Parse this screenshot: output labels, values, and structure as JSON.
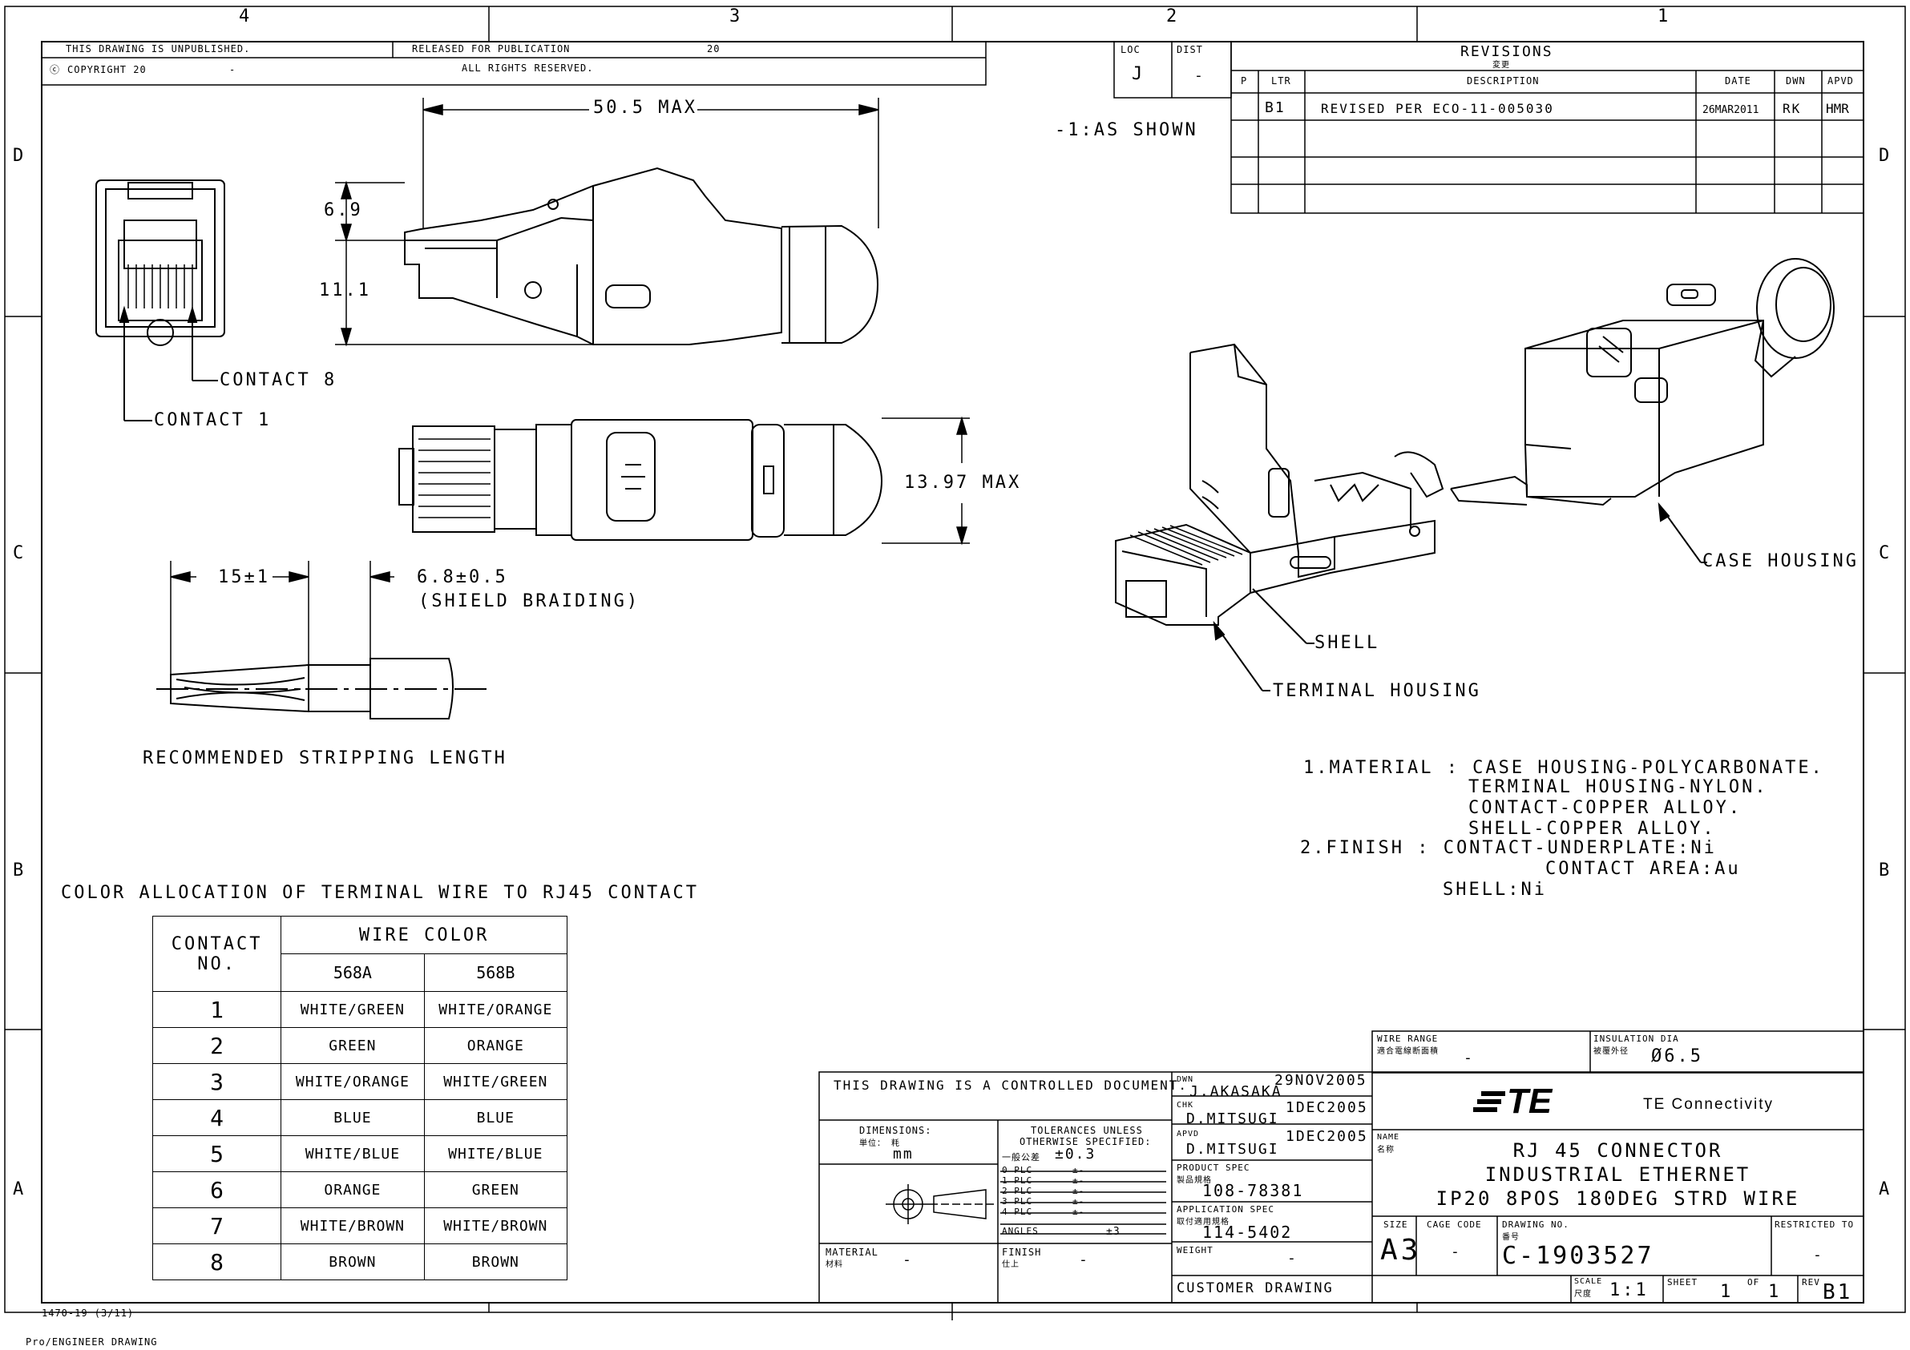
{
  "zones": {
    "top": [
      "4",
      "3",
      "2",
      "1"
    ],
    "side": [
      "D",
      "C",
      "B",
      "A"
    ]
  },
  "header": {
    "unpublished": "THIS DRAWING IS UNPUBLISHED.",
    "released": "RELEASED FOR PUBLICATION",
    "released_year": "20",
    "copyright": "COPYRIGHT 20",
    "copyright_dash": "-",
    "rights": "ALL RIGHTS RESERVED.",
    "loc_label": "LOC",
    "loc_value": "J",
    "dist_label": "DIST",
    "dist_value": "-"
  },
  "revisions": {
    "title": "REVISIONS",
    "title_cn": "変更",
    "cols": [
      "P",
      "LTR",
      "DESCRIPTION",
      "DATE",
      "DWN",
      "APVD"
    ],
    "rows": [
      {
        "p": "",
        "ltr": "B1",
        "desc": "REVISED PER ECO-11-005030",
        "date": "26MAR2011",
        "dwn": "RK",
        "apvd": "HMR"
      }
    ]
  },
  "variant_note": "-1:AS SHOWN",
  "dimensions": {
    "length": "50.5 MAX",
    "h1": "6.9",
    "h2": "11.1",
    "width": "13.97 MAX",
    "strip": "15±1",
    "shield": "6.8±0.5",
    "shield_note": "(SHIELD BRAIDING)",
    "strip_caption": "RECOMMENDED STRIPPING LENGTH"
  },
  "callouts": {
    "contact8": "CONTACT 8",
    "contact1": "CONTACT 1",
    "case_housing": "CASE HOUSING",
    "shell": "SHELL",
    "terminal_housing": "TERMINAL HOUSING"
  },
  "notes": [
    "1.MATERIAL : CASE HOUSING-POLYCARBONATE.",
    "TERMINAL HOUSING-NYLON.",
    "CONTACT-COPPER ALLOY.",
    "SHELL-COPPER ALLOY.",
    "2.FINISH : CONTACT-UNDERPLATE:Ni",
    "CONTACT AREA:Au",
    "SHELL:Ni"
  ],
  "color_table": {
    "title": "COLOR ALLOCATION OF TERMINAL WIRE TO RJ45 CONTACT",
    "head_contact": "CONTACT NO.",
    "head_color": "WIRE COLOR",
    "col_a": "568A",
    "col_b": "568B",
    "rows": [
      {
        "no": "1",
        "a": "WHITE/GREEN",
        "b": "WHITE/ORANGE"
      },
      {
        "no": "2",
        "a": "GREEN",
        "b": "ORANGE"
      },
      {
        "no": "3",
        "a": "WHITE/ORANGE",
        "b": "WHITE/GREEN"
      },
      {
        "no": "4",
        "a": "BLUE",
        "b": "BLUE"
      },
      {
        "no": "5",
        "a": "WHITE/BLUE",
        "b": "WHITE/BLUE"
      },
      {
        "no": "6",
        "a": "ORANGE",
        "b": "GREEN"
      },
      {
        "no": "7",
        "a": "WHITE/BROWN",
        "b": "WHITE/BROWN"
      },
      {
        "no": "8",
        "a": "BROWN",
        "b": "BROWN"
      }
    ]
  },
  "title_block": {
    "controlled": "THIS DRAWING IS A CONTROLLED DOCUMENT.",
    "dimensions_label": "DIMENSIONS:",
    "dimensions_cn": "単位：  粍",
    "dimensions_unit": "mm",
    "tol_label": "TOLERANCES UNLESS",
    "tol_label2": "OTHERWISE SPECIFIED:",
    "tol_general_cn": "一般公差",
    "tol_general": "±0.3",
    "tol_rows": [
      "0 PLC",
      "1 PLC",
      "2 PLC",
      "3 PLC",
      "4 PLC"
    ],
    "tol_pm": "±-",
    "angles": "ANGLES",
    "angles_val": "±3",
    "material": "MATERIAL",
    "material_cn": "材料",
    "material_val": "-",
    "finish": "FINISH",
    "finish_cn": "仕上",
    "finish_val": "-",
    "dwn_label": "DWN",
    "dwn_name": "J.AKASAKA",
    "dwn_date": "29NOV2005",
    "chk_label": "CHK",
    "chk_name": "D.MITSUGI",
    "chk_date": "1DEC2005",
    "apvd_label": "APVD",
    "apvd_name": "D.MITSUGI",
    "apvd_date": "1DEC2005",
    "product_spec_label": "PRODUCT SPEC",
    "product_spec_cn": "製品規格",
    "product_spec": "108-78381",
    "app_spec_label": "APPLICATION SPEC",
    "app_spec_cn": "取付適用規格",
    "app_spec": "114-5402",
    "weight_label": "WEIGHT",
    "weight_val": "-",
    "customer": "CUSTOMER DRAWING",
    "wire_range_label": "WIRE RANGE",
    "wire_range_cn": "適合電線断面積",
    "wire_range_val": "-",
    "insulation_label": "INSULATION DIA",
    "insulation_cn": "被覆外径",
    "insulation_val": "Ø6.5",
    "logo": "TE",
    "company": "TE Connectivity",
    "name_label": "NAME",
    "name_cn": "名称",
    "name_lines": [
      "RJ 45 CONNECTOR",
      "INDUSTRIAL ETHERNET",
      "IP20 8POS 180DEG STRD WIRE"
    ],
    "size_label": "SIZE",
    "size_val": "A3",
    "cage_label": "CAGE CODE",
    "cage_val": "-",
    "dwg_label": "DRAWING NO.",
    "dwg_cn": "番号",
    "dwg_val": "C-1903527",
    "restricted_label": "RESTRICTED TO",
    "restricted_val": "-",
    "scale_label": "SCALE",
    "scale_cn": "尺度",
    "scale_val": "1:1",
    "sheet_label": "SHEET",
    "sheet_val": "1",
    "of_label": "OF",
    "of_val": "1",
    "rev_label": "REV",
    "rev_val": "B1"
  },
  "footer": {
    "form": "1470-19 (3/11)",
    "engineer": "Pro/ENGINEER DRAWING"
  }
}
